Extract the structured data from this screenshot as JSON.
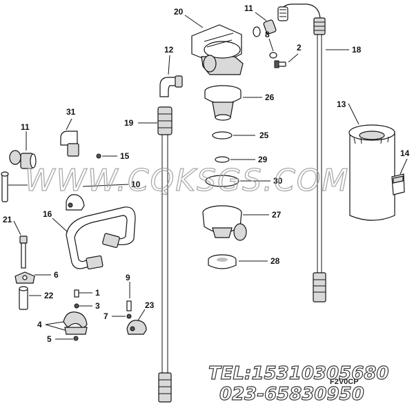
{
  "labels": {
    "l20": "20",
    "l11a": "11",
    "l8": "8",
    "l2": "2",
    "l18": "18",
    "l12": "12",
    "l26": "26",
    "l19": "19",
    "l31": "31",
    "l11b": "11",
    "l25": "25",
    "l13": "13",
    "l15": "15",
    "l29": "29",
    "l14": "14",
    "l10": "10",
    "l30": "30",
    "l21": "21",
    "l16": "16",
    "l27": "27",
    "l28": "28",
    "l6": "6",
    "l22": "22",
    "l9": "9",
    "l1": "1",
    "l3": "3",
    "l23": "23",
    "l7": "7",
    "l4": "4",
    "l5": "5"
  },
  "watermark": "WWW.CQKSGS.COM",
  "contact": {
    "tel": "TEL:15310305680",
    "phone": "023-65830950"
  },
  "drawing_code": "F2V0CP"
}
